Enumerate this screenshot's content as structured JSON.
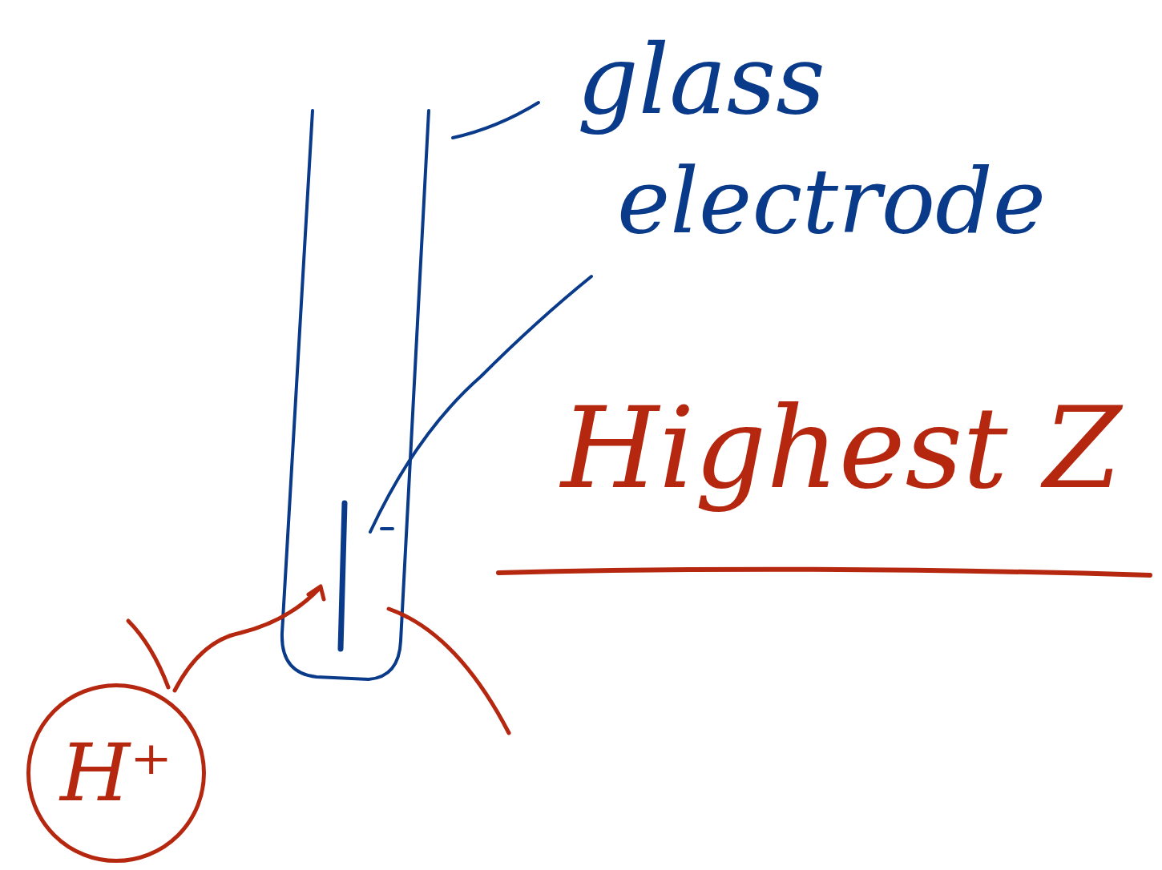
{
  "diagram": {
    "nodes": [
      {
        "text": [
          "H⁺"
        ]
      }
    ],
    "labels": [
      "glass",
      "electrode",
      "Highest Z"
    ]
  }
}
